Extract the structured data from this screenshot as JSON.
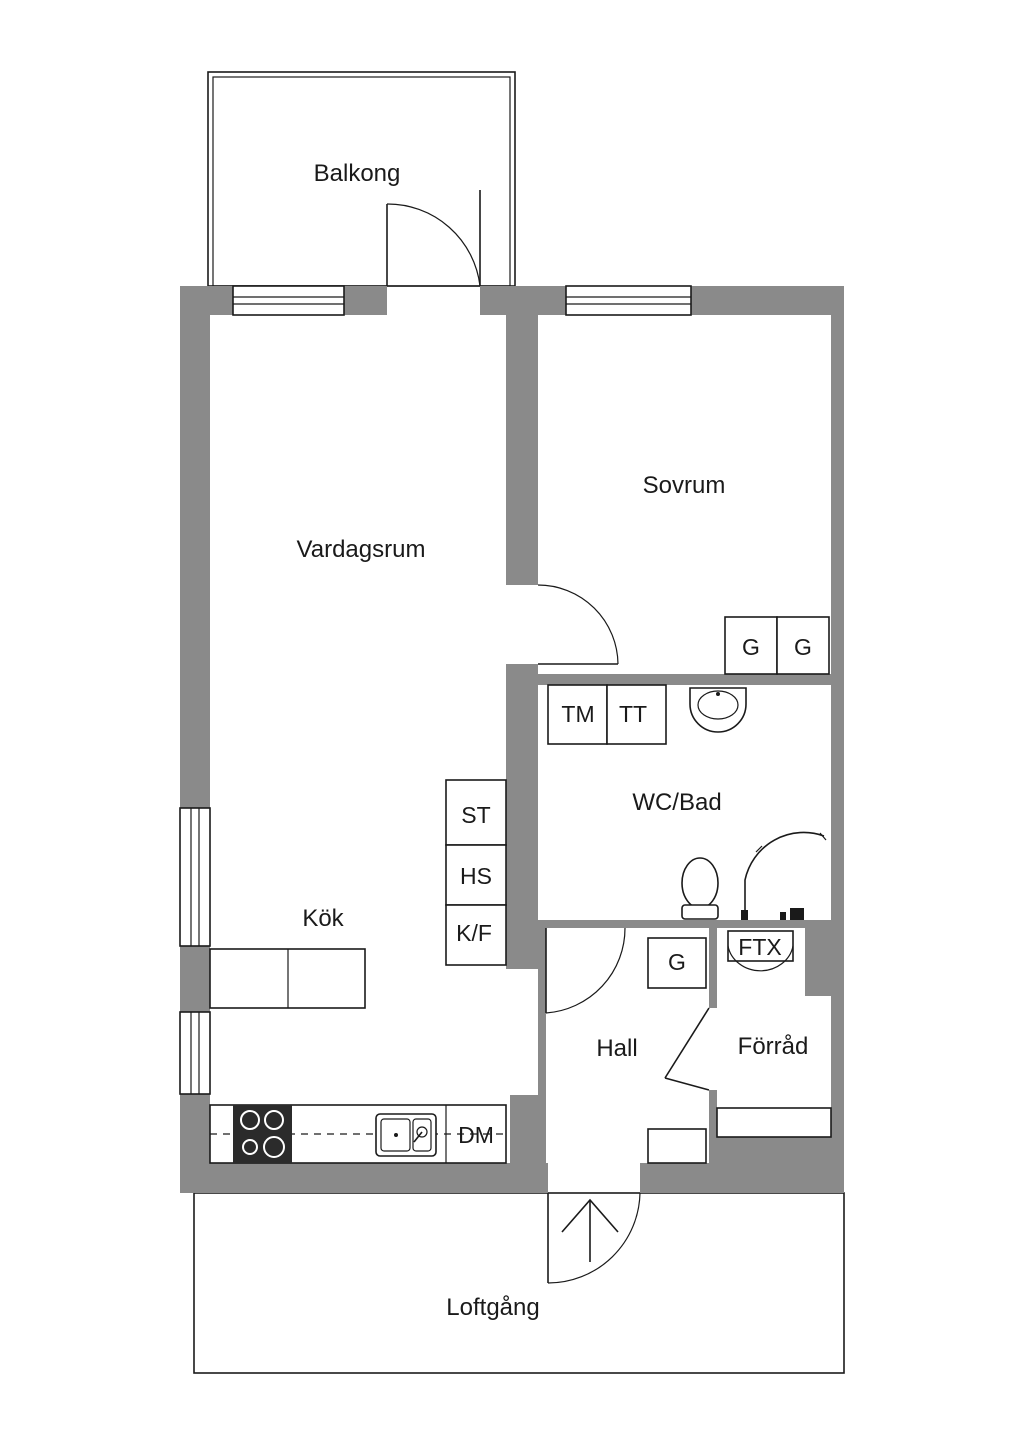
{
  "rooms": {
    "balkong": "Balkong",
    "vardagsrum": "Vardagsrum",
    "sovrum": "Sovrum",
    "wc_bad": "WC/Bad",
    "kok": "Kök",
    "hall": "Hall",
    "forrad": "Förråd",
    "loftgang": "Loftgång"
  },
  "fixtures": {
    "garderob_1": "G",
    "garderob_2": "G",
    "garderob_hall": "G",
    "tvattmaskin": "TM",
    "torktumlare": "TT",
    "stadskap": "ST",
    "hogskap": "HS",
    "kyl_frys": "K/F",
    "ftx": "FTX",
    "diskmaskin": "DM"
  },
  "colors": {
    "wall": "#8a8a8a",
    "line": "#1a1a1a",
    "background": "#ffffff",
    "stove": "#2b2b2b"
  }
}
